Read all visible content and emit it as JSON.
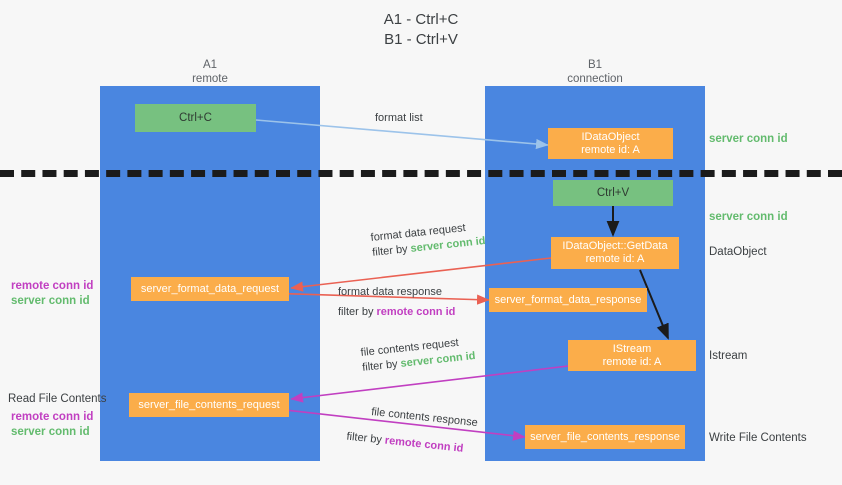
{
  "title": "A1 - Ctrl+C\nB1 - Ctrl+V",
  "lanes": [
    {
      "header": "A1\nremote",
      "name": "A1",
      "sub": "remote"
    },
    {
      "header": "B1\nconnection",
      "name": "B1",
      "sub": "connection"
    }
  ],
  "colors": {
    "lane": "#4a86e0",
    "orange": "#fbad4a",
    "green_box": "#77c180",
    "green_text": "#63bb6e",
    "magenta_text": "#c13fc1",
    "arrow_blue": "#9cc3ea",
    "arrow_red": "#ea6153",
    "arrow_magenta": "#c13fc1",
    "arrow_black": "#1b1b1b",
    "divider": "#1b1b1b",
    "background": "#f7f7f7"
  },
  "nodes": {
    "ctrl_c": "Ctrl+C",
    "ctrl_v": "Ctrl+V",
    "data_object_remote": "IDataObject\nremote id: A",
    "get_data": "IDataObject::GetData\nremote id: A",
    "istream": "IStream\nremote id: A",
    "server_format_data_request": "server_format_data_request",
    "server_format_data_response": "server_format_data_response",
    "server_file_contents_request": "server_file_contents_request",
    "server_file_contents_response": "server_file_contents_response"
  },
  "arrow_labels": {
    "format_list": "format list",
    "format_data_request": "format data request",
    "format_data_request_filter_prefix": "filter by ",
    "format_data_request_filter_value": "server conn id",
    "format_data_response": "format data response",
    "format_data_response_filter_prefix": "filter by ",
    "format_data_response_filter_value": "remote conn id",
    "file_contents_request": "file contents request",
    "file_contents_request_filter_prefix": "filter by ",
    "file_contents_request_filter_value": "server conn id",
    "file_contents_response": "file contents response",
    "file_contents_response_filter_prefix": "filter by ",
    "file_contents_response_filter_value": "remote conn id"
  },
  "annotations": {
    "right_server_conn_id_top": "server conn id",
    "right_server_conn_id_second": "server conn id",
    "right_data_object": "DataObject",
    "right_istream": "Istream",
    "right_write_file_contents": "Write File Contents",
    "left_read_file_contents": "Read File Contents",
    "left_conn_mid_remote": "remote conn id",
    "left_conn_mid_server": "server conn id",
    "left_conn_low_remote": "remote conn id",
    "left_conn_low_server": "server conn id"
  }
}
